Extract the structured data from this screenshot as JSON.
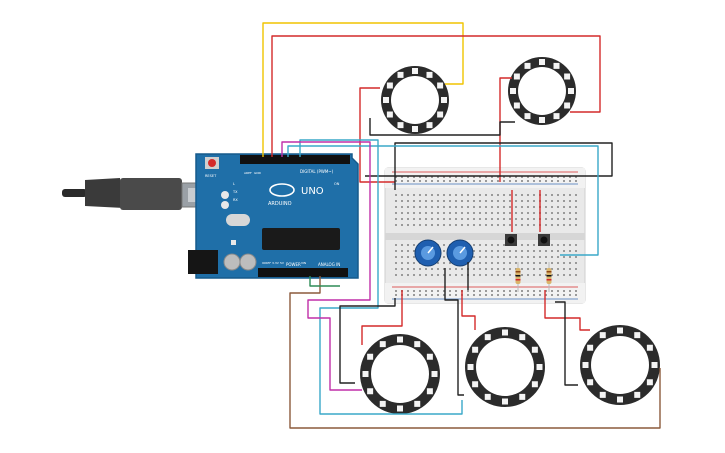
{
  "board": {
    "logo": "UNO",
    "brand": "ARDUINO",
    "digital_label": "DIGITAL (PWM~)",
    "power_label": "POWER",
    "analog_label": "ANALOG IN",
    "reset_label": "RESET",
    "led_tx": "TX",
    "led_rx": "RX",
    "led_l": "L",
    "led_on": "ON",
    "aref_label": "AREF",
    "gnd_label": "GND",
    "vin_label": "VIN",
    "ioref_label": "IOREF",
    "pin_3v3": "3.3V",
    "pin_5v": "5V"
  },
  "components": {
    "neopixel_rings": [
      "ring-top-left",
      "ring-top-right",
      "ring-bottom-left",
      "ring-bottom-middle",
      "ring-bottom-right"
    ],
    "potentiometers": 2,
    "pushbuttons": 2,
    "resistors": 2
  },
  "wire_colors": {
    "red": "#d42a2a",
    "black": "#222222",
    "yellow": "#f0c400",
    "cyan": "#3aa9c9",
    "magenta": "#c02fa8",
    "brown": "#8b5a3c",
    "green": "#2e8b57"
  },
  "colors": {
    "board": "#1f6fa8",
    "board_edge": "#175a8b",
    "breadboard": "#e9e9e9",
    "ring": "#2b2b2b",
    "pot": "#1f5fb0"
  }
}
